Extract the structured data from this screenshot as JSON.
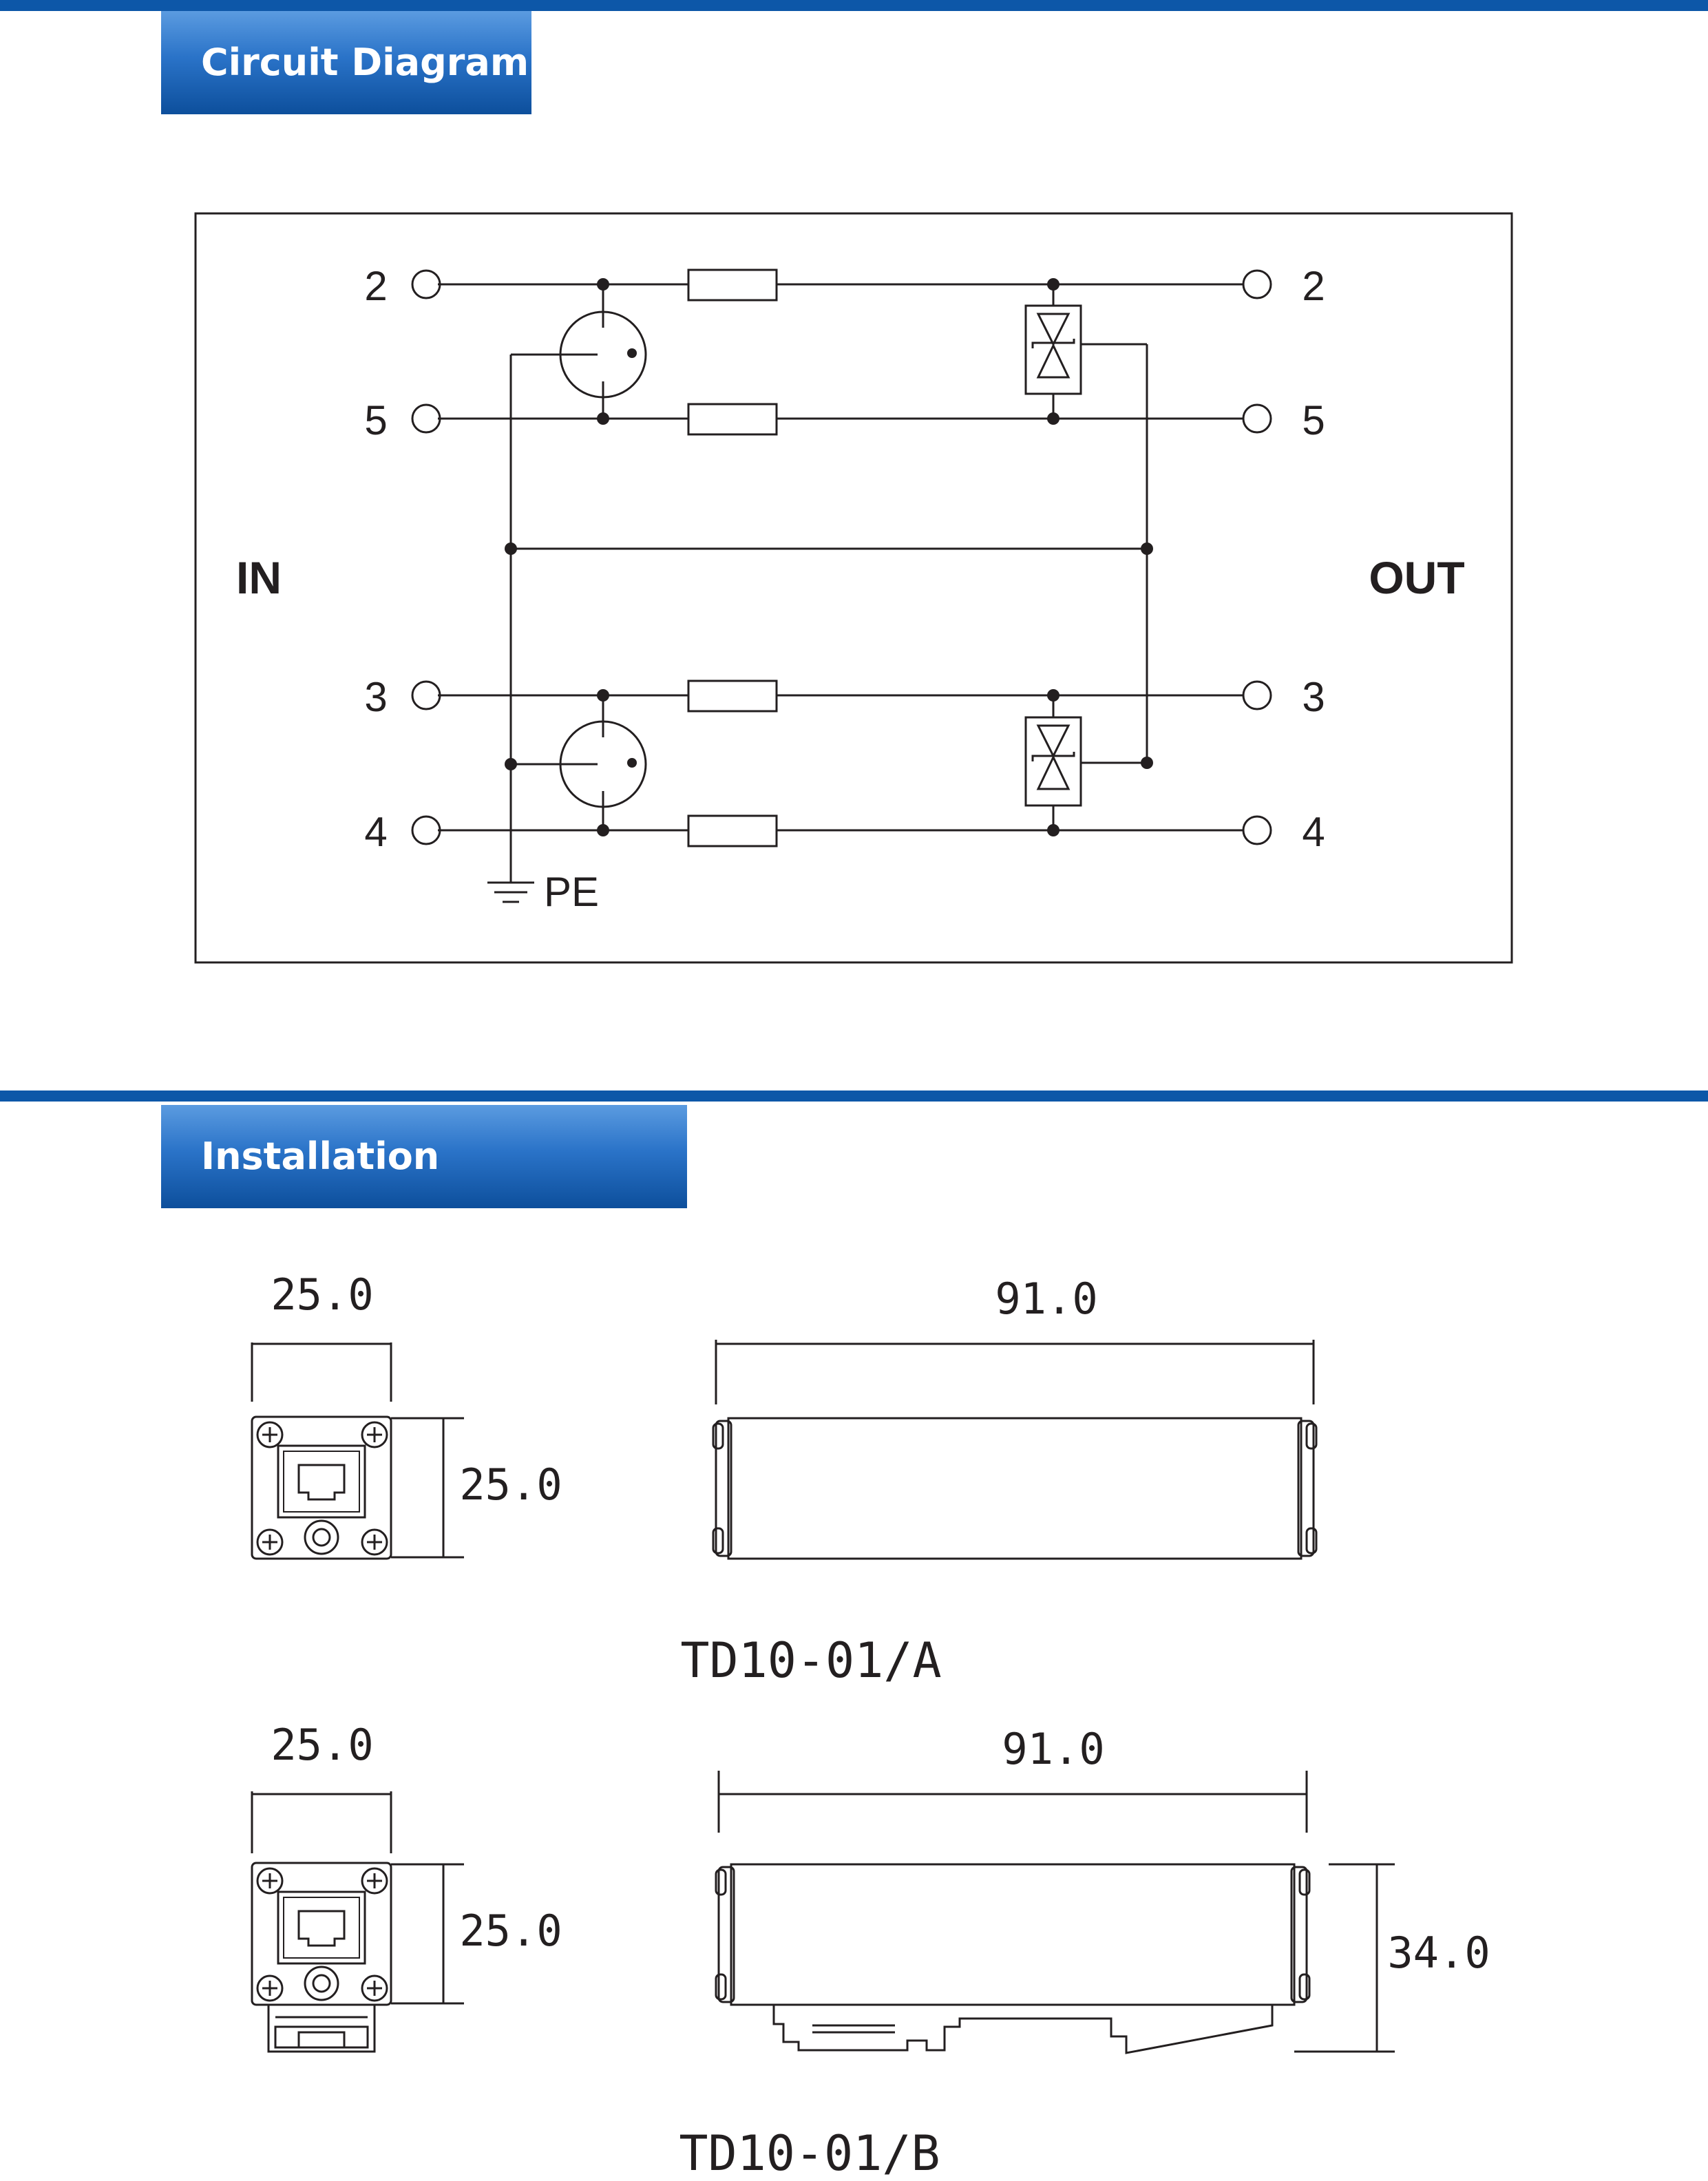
{
  "sections": {
    "circuit": {
      "title": "Circuit Diagram"
    },
    "install": {
      "title": "Installation Dimensions"
    }
  },
  "circuit": {
    "in_label": "IN",
    "out_label": "OUT",
    "pe_label": "PE",
    "pins_in": [
      "2",
      "5",
      "3",
      "4"
    ],
    "pins_out": [
      "2",
      "5",
      "3",
      "4"
    ]
  },
  "dimensions": {
    "a": {
      "front_width": "25.0",
      "front_height": "25.0",
      "side_length": "91.0",
      "model": "TD10-01/A"
    },
    "b": {
      "front_width": "25.0",
      "front_height": "25.0",
      "side_length": "91.0",
      "side_height": "34.0",
      "model": "TD10-01/B"
    }
  },
  "colors": {
    "accent": "#0d57a8",
    "line": "#231f20"
  }
}
